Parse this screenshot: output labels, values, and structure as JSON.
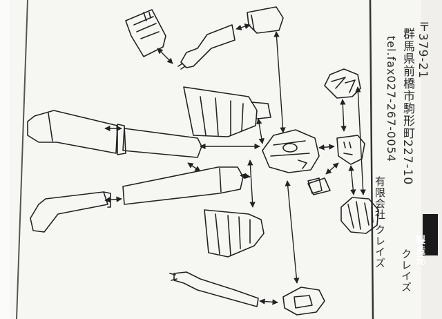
{
  "document": {
    "address_lines": [
      "〒379-21",
      "群馬県前橋市駒形町227-10",
      "tel.fax027-267-0054"
    ],
    "company_name": "有限会社 クレイズ",
    "stamp_label": "製造元",
    "stamp_name": "クレイズ"
  },
  "figure": {
    "parts": [
      "bag",
      "upper-arm-right",
      "forearm-right",
      "skirt-back",
      "torso",
      "head",
      "face",
      "hair",
      "hair-front",
      "neck-joint",
      "upper-leg-right",
      "lower-leg-right",
      "upper-leg-left",
      "lower-leg-left",
      "skirt-front",
      "forearm-left",
      "upper-arm-left"
    ]
  },
  "colors": {
    "paper": "#f6f6f3",
    "ink": "#222222",
    "background": "#e9e8e6"
  }
}
